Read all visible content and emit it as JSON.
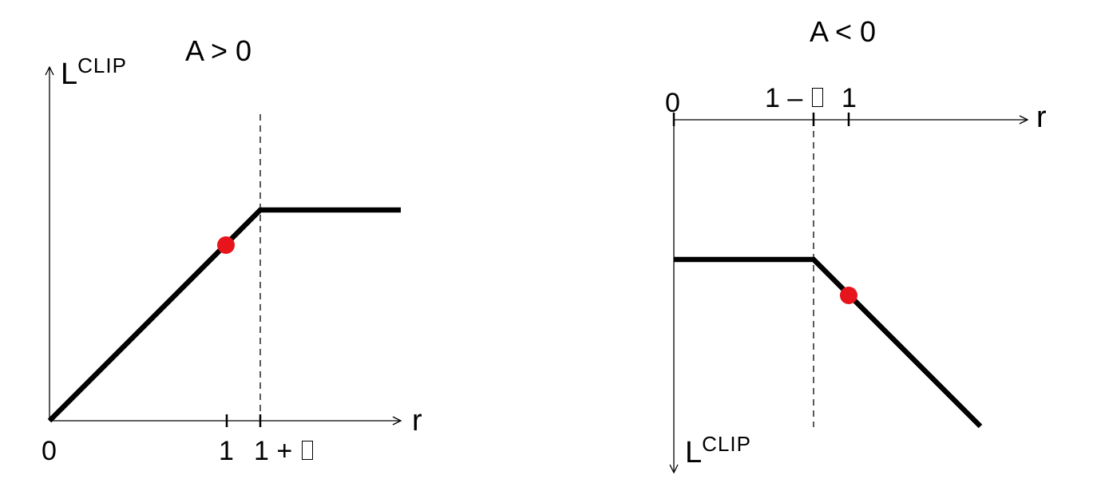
{
  "colors": {
    "line": "#000000",
    "marker": "#e8141b",
    "background": "#ffffff"
  },
  "left_panel": {
    "title": "A > 0",
    "y_axis_label": {
      "main": "L",
      "sup": "CLIP"
    },
    "x_axis_label": "r",
    "tick_labels": {
      "origin": "0",
      "one": "1",
      "one_plus": "1 + "
    },
    "glyph_icon": "missing-glyph-box"
  },
  "right_panel": {
    "title": "A < 0",
    "y_axis_label": {
      "main": "L",
      "sup": "CLIP"
    },
    "x_axis_label": "r",
    "tick_labels": {
      "origin": "0",
      "one_minus": "1 – ",
      "one": "1"
    },
    "glyph_icon": "missing-glyph-box"
  }
}
